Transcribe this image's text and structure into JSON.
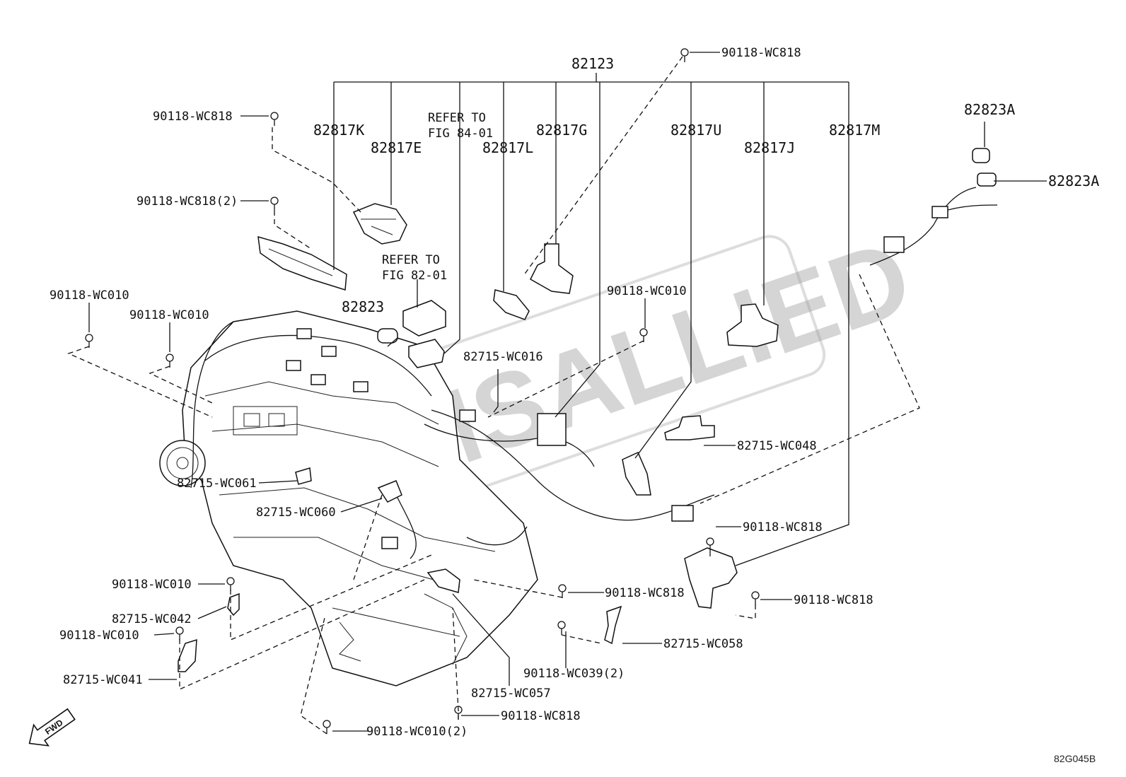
{
  "labels": {
    "l_82123": "82123",
    "l_82817K": "82817K",
    "l_82817E": "82817E",
    "l_refer84_1": "REFER TO",
    "l_refer84_2": "FIG 84-01",
    "l_82817L": "82817L",
    "l_82817G": "82817G",
    "l_82817U": "82817U",
    "l_82817J": "82817J",
    "l_82817M": "82817M",
    "l_82823A_top": "82823A",
    "l_82823A_right": "82823A",
    "l_90118WC818_top": "90118-WC818",
    "l_90118WC818_left": "90118-WC818",
    "l_90118WC818_2": "90118-WC818(2)",
    "l_refer82_1": "REFER TO",
    "l_refer82_2": "FIG 82-01",
    "l_82823": "82823",
    "l_90118WC010_a": "90118-WC010",
    "l_90118WC010_b": "90118-WC010",
    "l_90118WC010_mid": "90118-WC010",
    "l_82715WC016": "82715-WC016",
    "l_82715WC048": "82715-WC048",
    "l_82715WC061": "82715-WC061",
    "l_82715WC060": "82715-WC060",
    "l_90118WC818_r1": "90118-WC818",
    "l_90118WC818_r2": "90118-WC818",
    "l_90118WC010_c": "90118-WC010",
    "l_82715WC042": "82715-WC042",
    "l_90118WC010_d": "90118-WC010",
    "l_90118WC818_mid": "90118-WC818",
    "l_82715WC058": "82715-WC058",
    "l_82715WC041": "82715-WC041",
    "l_90118WC039": "90118-WC039(2)",
    "l_82715WC057": "82715-WC057",
    "l_90118WC818_bot": "90118-WC818",
    "l_90118WC010_2": "90118-WC010(2)"
  },
  "watermark": "AMSALLIED",
  "fwd": "FWD",
  "diagram_code": "82G045B",
  "icons": {
    "direction": "fwd-arrow-icon"
  }
}
